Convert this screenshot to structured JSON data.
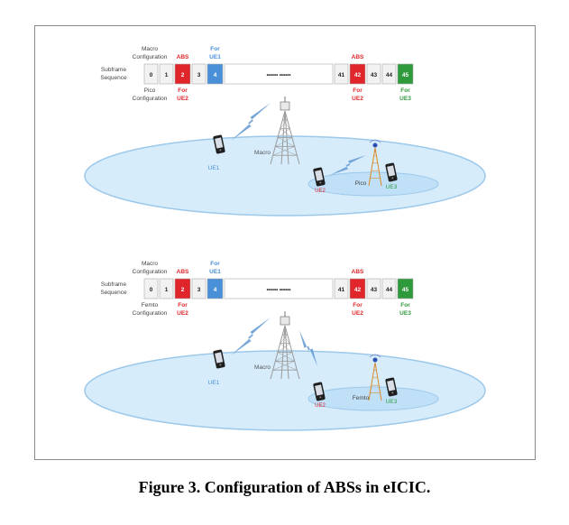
{
  "panels": [
    {
      "macro_config_label": "Macro\nConfiguration",
      "subframe_label": "Subframe\nSequence",
      "second_config_label": "Pico\nConfiguration",
      "subframes": [
        "0",
        "1",
        "2",
        "3",
        "4",
        "••••••           ••••••",
        "41",
        "42",
        "43",
        "44",
        "45"
      ],
      "top_annotations": [
        {
          "text": "ABS",
          "at": "2",
          "color": "red"
        },
        {
          "text": "For\nUE1",
          "at": "4",
          "color": "blue"
        },
        {
          "text": "ABS",
          "at": "42",
          "color": "red"
        }
      ],
      "bottom_annotations": [
        {
          "text": "For\nUE2",
          "at": "2",
          "color": "red"
        },
        {
          "text": "For\nUE2",
          "at": "42",
          "color": "red"
        },
        {
          "text": "For\nUE3",
          "at": "45",
          "color": "green"
        }
      ],
      "macro_label": "Macro",
      "small_cell_label": "Pico",
      "ue1_label": "UE1",
      "ue2_label": "UE2",
      "ue3_label": "UE3"
    },
    {
      "macro_config_label": "Macro\nConfiguration",
      "subframe_label": "Subframe\nSequence",
      "second_config_label": "Femto\nConfiguration",
      "subframes": [
        "0",
        "1",
        "2",
        "3",
        "4",
        "••••••           ••••••",
        "41",
        "42",
        "43",
        "44",
        "45"
      ],
      "top_annotations": [
        {
          "text": "ABS",
          "at": "2",
          "color": "red"
        },
        {
          "text": "For\nUE1",
          "at": "4",
          "color": "blue"
        },
        {
          "text": "ABS",
          "at": "42",
          "color": "red"
        }
      ],
      "bottom_annotations": [
        {
          "text": "For\nUE2",
          "at": "2",
          "color": "red"
        },
        {
          "text": "For\nUE2",
          "at": "42",
          "color": "red"
        },
        {
          "text": "For\nUE3",
          "at": "45",
          "color": "green"
        }
      ],
      "macro_label": "Macro",
      "small_cell_label": "Femto",
      "ue1_label": "UE1",
      "ue2_label": "UE2",
      "ue3_label": "UE3"
    }
  ],
  "caption": "Figure 3. Configuration of ABSs in eICIC.",
  "colors": {
    "red": "#e0262b",
    "blue": "#4a90d9",
    "green": "#2e9a3c",
    "gray_cell": "#f2f2f2",
    "ellipse_fill": "#d6ecfb",
    "ellipse_stroke": "#9cc8ea",
    "tower": "#9a9a9a",
    "pico_tower": "#d88a2a",
    "signal": "#6a9fd4"
  }
}
